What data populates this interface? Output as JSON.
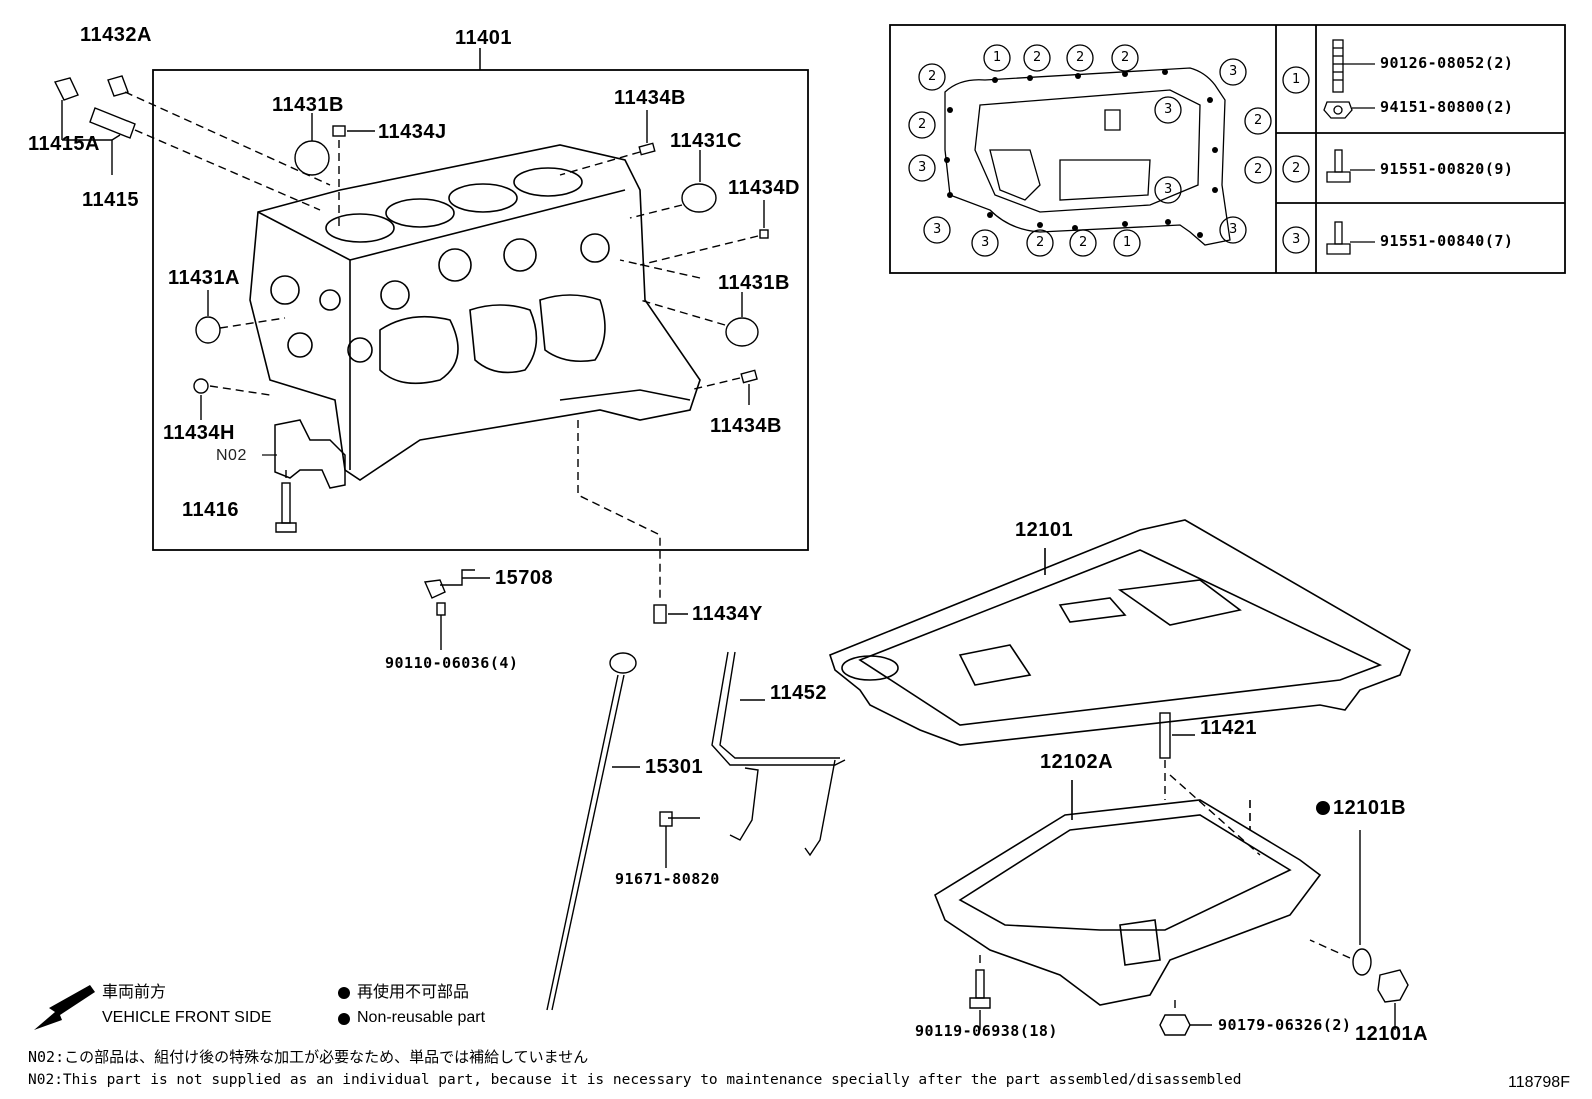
{
  "parts": {
    "p11432A": "11432A",
    "p11401": "11401",
    "p11415A": "11415A",
    "p11415": "11415",
    "p11431B_top": "11431B",
    "p11434J": "11434J",
    "p11434B_top": "11434B",
    "p11431C": "11431C",
    "p11434D": "11434D",
    "p11431A": "11431A",
    "p11431B_right": "11431B",
    "p11434H": "11434H",
    "p11434B_bottom": "11434B",
    "p11416": "11416",
    "p15708": "15708",
    "p90110": "90110-06036(4)",
    "p11434Y": "11434Y",
    "p11452": "11452",
    "p15301": "15301",
    "p91671": "91671-80820",
    "p12101": "12101",
    "p11421": "11421",
    "p12102A": "12102A",
    "p12101B": "12101B",
    "p90119": "90119-06938(18)",
    "p90179": "90179-06326(2)",
    "p12101A": "12101A"
  },
  "n02_label": "N02",
  "bolt_table": {
    "rows": [
      {
        "num": "1",
        "items": [
          "90126-08052(2)",
          "94151-80800(2)"
        ]
      },
      {
        "num": "2",
        "items": [
          "91551-00820(9)"
        ]
      },
      {
        "num": "3",
        "items": [
          "91551-00840(7)"
        ]
      }
    ]
  },
  "layout_callouts": [
    "2",
    "1",
    "2",
    "2",
    "2",
    "3",
    "3",
    "2",
    "2",
    "3",
    "2",
    "3",
    "3",
    "3",
    "2",
    "2",
    "1"
  ],
  "legend": {
    "front_jp": "車両前方",
    "front_en": "VEHICLE FRONT SIDE",
    "nonreuse_jp": "再使用不可部品",
    "nonreuse_en": "Non-reusable part"
  },
  "notes": {
    "jp": "N02:この部品は、組付け後の特殊な加工が必要なため、単品では補給していません",
    "en": "N02:This part is not supplied as an individual part, because it is necessary to maintenance specially after the part assembled/disassembled"
  },
  "diagram_id": "118798F"
}
